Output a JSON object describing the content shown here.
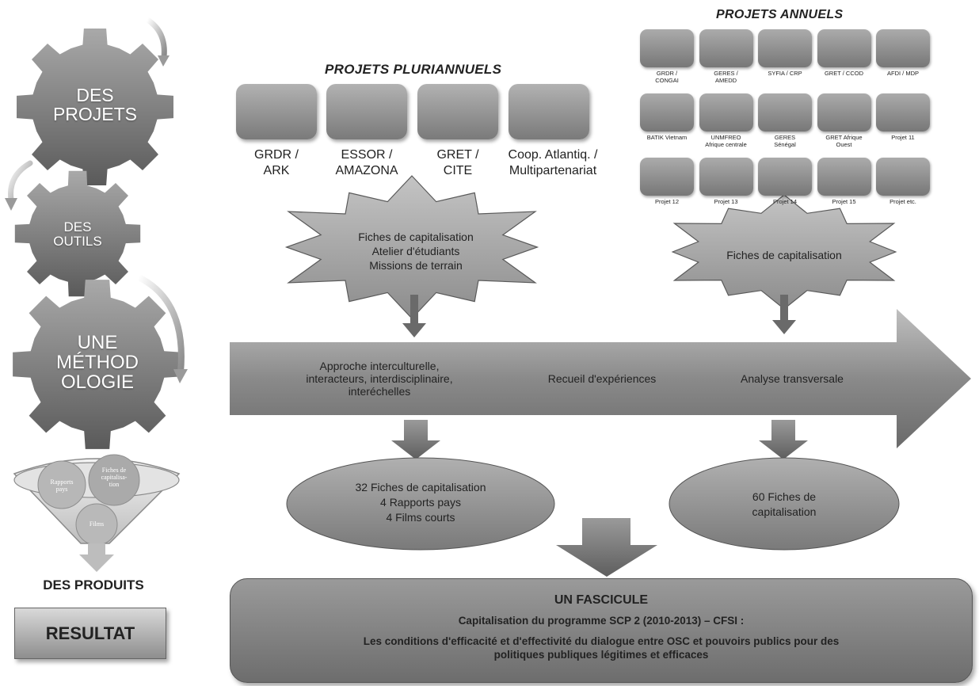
{
  "left_column": {
    "gear1_label": "DES\nPROJETS",
    "gear2_label": "DES\nOUTILS",
    "gear3_label": "UNE\nMÉTHOD\nOLOGIE",
    "funnel_items": [
      "Rapports\npays",
      "Fiches de\ncapitalisa-\ntion",
      "Films"
    ],
    "products_label": "DES PRODUITS",
    "result_label": "RESULTAT"
  },
  "pluriannuels": {
    "title": "PROJETS PLURIANNUELS",
    "projects": [
      "GRDR /\nARK",
      "ESSOR /\nAMAZONA",
      "GRET /\nCITE",
      "Coop. Atlantiq. /\nMultipartenariat"
    ],
    "starburst": "Fiches de capitalisation\nAtelier d'étudiants\nMissions de terrain"
  },
  "annuels": {
    "title": "PROJETS ANNUELS",
    "projects": [
      "GRDR /\nCONGAI",
      "GERES /\nAMEDD",
      "SYFIA / CRP",
      "GRET / CCOD",
      "AFDI / MDP",
      "BATIK Vietnam",
      "UNMFREO\nAfrique centrale",
      "GERES\nSénégal",
      "GRET Afrique\nOuest",
      "Projet 11",
      "Projet 12",
      "Projet 13",
      "Projet 14",
      "Projet 15",
      "Projet etc."
    ],
    "starburst": "Fiches de capitalisation"
  },
  "arrow": {
    "left_text": "Approche interculturelle,\ninteracteurs, interdisciplinaire,\ninteréchelles",
    "center_text": "Recueil d'expériences",
    "right_text": "Analyse transversale"
  },
  "outputs": {
    "left_ellipse": "32 Fiches de capitalisation\n4 Rapports pays\n4 Films courts",
    "right_ellipse": "60 Fiches de\ncapitalisation"
  },
  "fascicule": {
    "title": "UN FASCICULE",
    "subtitle": "Capitalisation du programme SCP 2 (2010-2013) – CFSI :",
    "body": "Les conditions d'efficacité et d'effectivité du dialogue entre OSC et pouvoirs publics pour des\npolitiques publiques légitimes et efficaces"
  }
}
